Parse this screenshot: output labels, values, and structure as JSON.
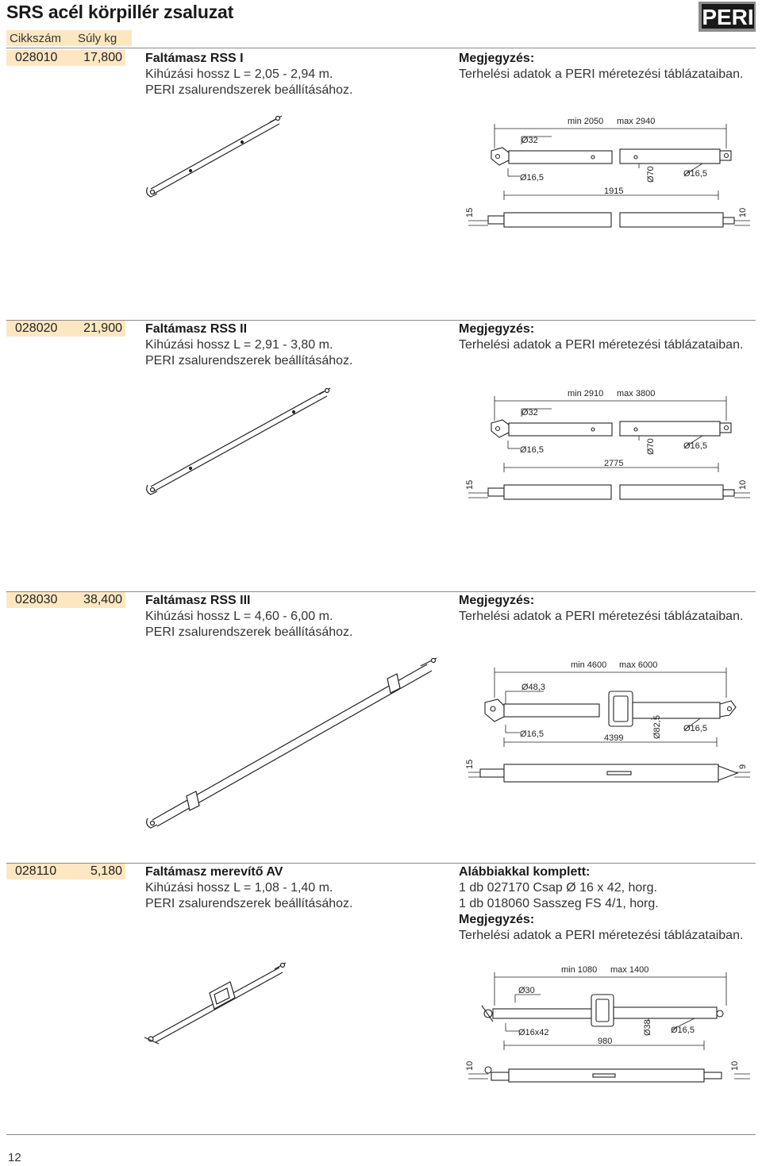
{
  "page": {
    "title": "SRS acél körpillér zsaluzat",
    "logo_text": "PERI",
    "page_number": "12"
  },
  "columns": {
    "cikkszam": "Cikkszám",
    "suly": "Súly kg"
  },
  "items": [
    {
      "cikkszam": "028010",
      "suly": "17,800",
      "name": "Faltámasz RSS I",
      "line1": "Kihúzási hossz L = 2,05 - 2,94 m.",
      "line2": "PERI zsalurendszerek beállításához.",
      "note_label": "Megjegyzés:",
      "note_text": "Terhelési adatok a PERI méretezési táblázataiban.",
      "dims": {
        "min": "min 2050",
        "max": "max 2940",
        "d_outer": "Ø32",
        "d_pin_left": "Ø16,5",
        "d_pin_right": "Ø16,5",
        "d_tube": "Ø70",
        "length": "1915",
        "left_w": "15",
        "right_w": "10"
      }
    },
    {
      "cikkszam": "028020",
      "suly": "21,900",
      "name": "Faltámasz RSS II",
      "line1": "Kihúzási hossz L = 2,91 - 3,80 m.",
      "line2": "PERI zsalurendszerek beállításához.",
      "note_label": "Megjegyzés:",
      "note_text": "Terhelési adatok a PERI méretezési táblázataiban.",
      "dims": {
        "min": "min 2910",
        "max": "max 3800",
        "d_outer": "Ø32",
        "d_pin_left": "Ø16,5",
        "d_pin_right": "Ø16,5",
        "d_tube": "Ø70",
        "length": "2775",
        "left_w": "15",
        "right_w": "10"
      }
    },
    {
      "cikkszam": "028030",
      "suly": "38,400",
      "name": "Faltámasz RSS III",
      "line1": "Kihúzási hossz L = 4,60 - 6,00 m.",
      "line2": "PERI zsalurendszerek beállításához.",
      "note_label": "Megjegyzés:",
      "note_text": "Terhelési adatok a PERI méretezési táblázataiban.",
      "dims": {
        "min": "min 4600",
        "max": "max 6000",
        "d_outer": "Ø48,3",
        "d_pin_left": "Ø16,5",
        "d_pin_right": "Ø16,5",
        "d_tube": "Ø82,5",
        "length": "4399",
        "left_w": "15",
        "right_w": "9"
      }
    },
    {
      "cikkszam": "028110",
      "suly": "5,180",
      "name": "Faltámasz merevítő AV",
      "line1": "Kihúzási hossz L = 1,08 - 1,40 m.",
      "line2": "PERI zsalurendszerek beállításához.",
      "complete_label": "Alábbiakkal komplett:",
      "complete_1": "1 db 027170 Csap Ø 16 x 42, horg.",
      "complete_2": "1 db 018060 Sasszeg FS 4/1, horg.",
      "note_label": "Megjegyzés:",
      "note_text": "Terhelési adatok a PERI méretezési táblázataiban.",
      "dims": {
        "min": "min 1080",
        "max": "max 1400",
        "d_outer": "Ø30",
        "d_pin_left": "Ø16x42",
        "d_pin_right": "Ø16,5",
        "d_tube": "Ø38",
        "length": "980",
        "left_w": "10",
        "right_w": "10"
      }
    }
  ]
}
